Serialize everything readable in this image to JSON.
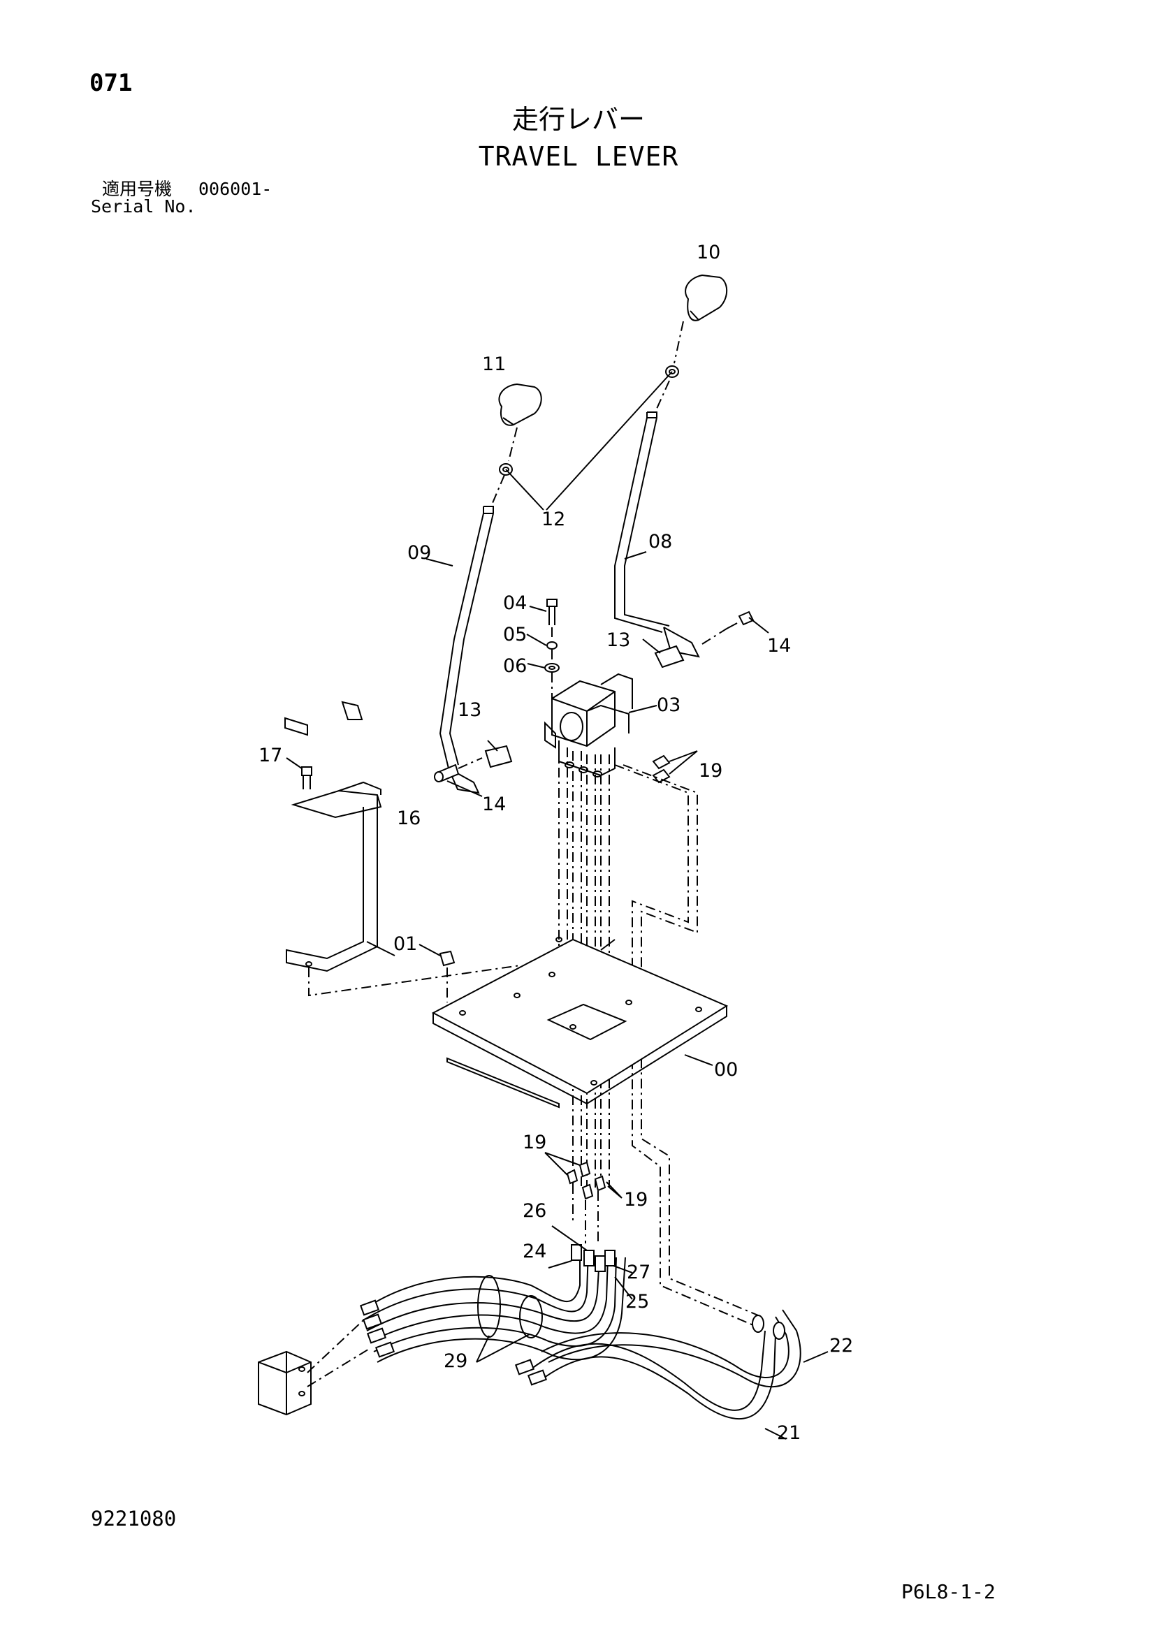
{
  "page": {
    "number": "071",
    "doc_number": "9221080",
    "figure_code": "P6L8-1-2"
  },
  "title": {
    "jp": "走行レバー",
    "en": "TRAVEL LEVER"
  },
  "serial": {
    "label_jp": "適用号機",
    "value": "006001-",
    "label_en": "Serial No."
  },
  "callouts": {
    "c00": "00",
    "c01": "01",
    "c03": "03",
    "c04": "04",
    "c05": "05",
    "c06": "06",
    "c08": "08",
    "c09": "09",
    "c10": "10",
    "c11": "11",
    "c12": "12",
    "c13a": "13",
    "c13b": "13",
    "c14a": "14",
    "c14b": "14",
    "c16": "16",
    "c17": "17",
    "c19a": "19",
    "c19b": "19",
    "c19c": "19",
    "c21": "21",
    "c22": "22",
    "c24": "24",
    "c25": "25",
    "c26": "26",
    "c27": "27",
    "c29": "29"
  }
}
